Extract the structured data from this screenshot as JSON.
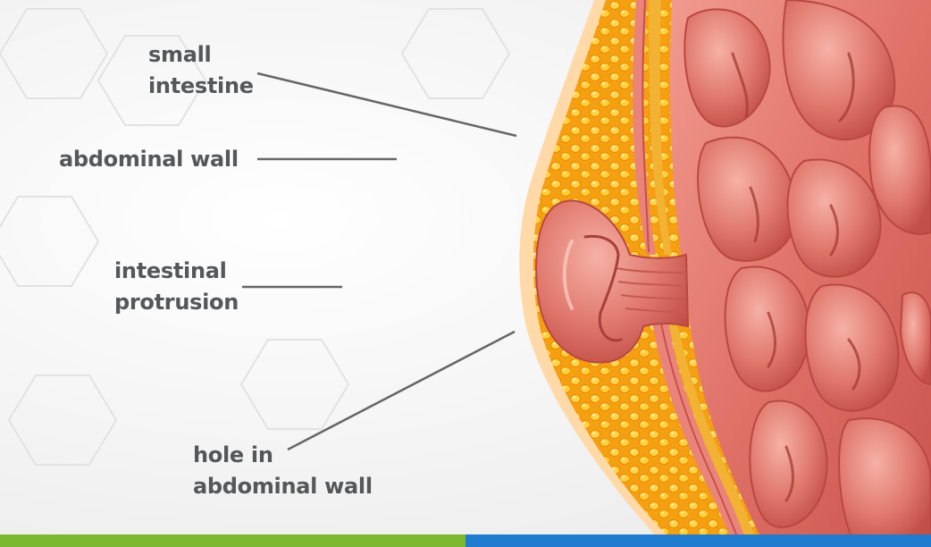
{
  "labels": {
    "small_intestine": [
      "small",
      "intestine"
    ],
    "abdominal_wall": [
      "abdominal wall"
    ],
    "intestinal_protrusion": [
      "intestinal",
      "protrusion"
    ],
    "hole_in_abdominal_wall": [
      "hole in",
      "abdominal wall"
    ]
  },
  "colors": {
    "label_text": "#555759",
    "leader_line": "#666666",
    "fat_layer": "#f7a81b",
    "intestine": "#d4615b",
    "bar_left": "#7cb82f",
    "bar_right": "#1f7ccf"
  }
}
